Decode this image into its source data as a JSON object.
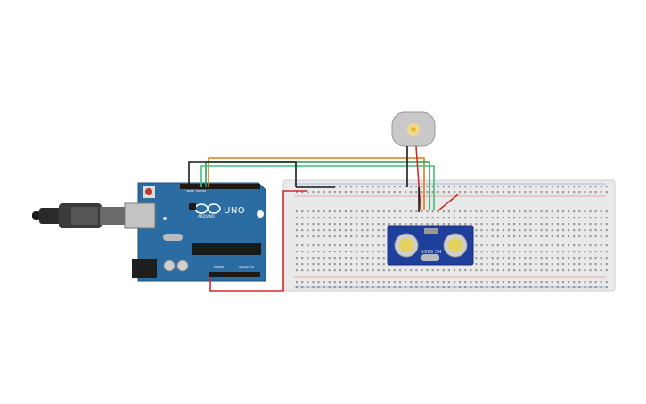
{
  "board": {
    "name": "UNO",
    "brand": "ARDUINO",
    "header_digital": "DIGITAL (PWM~)",
    "header_power": "POWER",
    "header_analog": "ANALOG IN",
    "color": "#2b6ca3"
  },
  "sensor": {
    "model": "HC-SR04",
    "color": "#1f3f9c"
  },
  "breadboard": {
    "color": "#e9e9e9"
  },
  "motor": {
    "color": "#c9c9c9"
  },
  "wires": {
    "orange": "#e07a1f",
    "green": "#2e9c4e",
    "black": "#1a1a1a",
    "red": "#d22b2b"
  }
}
